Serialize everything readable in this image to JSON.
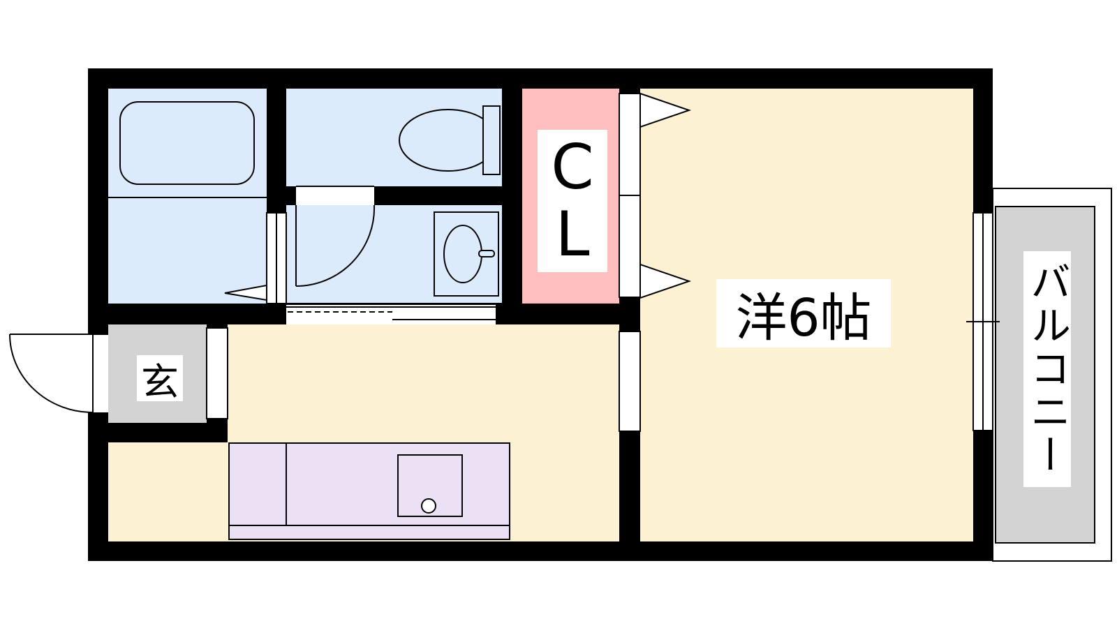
{
  "colors": {
    "wall": "#000000",
    "wet_area": "#dcebfb",
    "closet": "#ffbfbf",
    "room_floor": "#fdf1d3",
    "kitchen": "#ece0f5",
    "entrance": "#d3d3d3",
    "balcony": "#d3d3d3"
  },
  "labels": {
    "closet_line1": "C",
    "closet_line2": "L",
    "room": "洋6帖",
    "entrance": "玄",
    "balcony": "バルコニー"
  }
}
